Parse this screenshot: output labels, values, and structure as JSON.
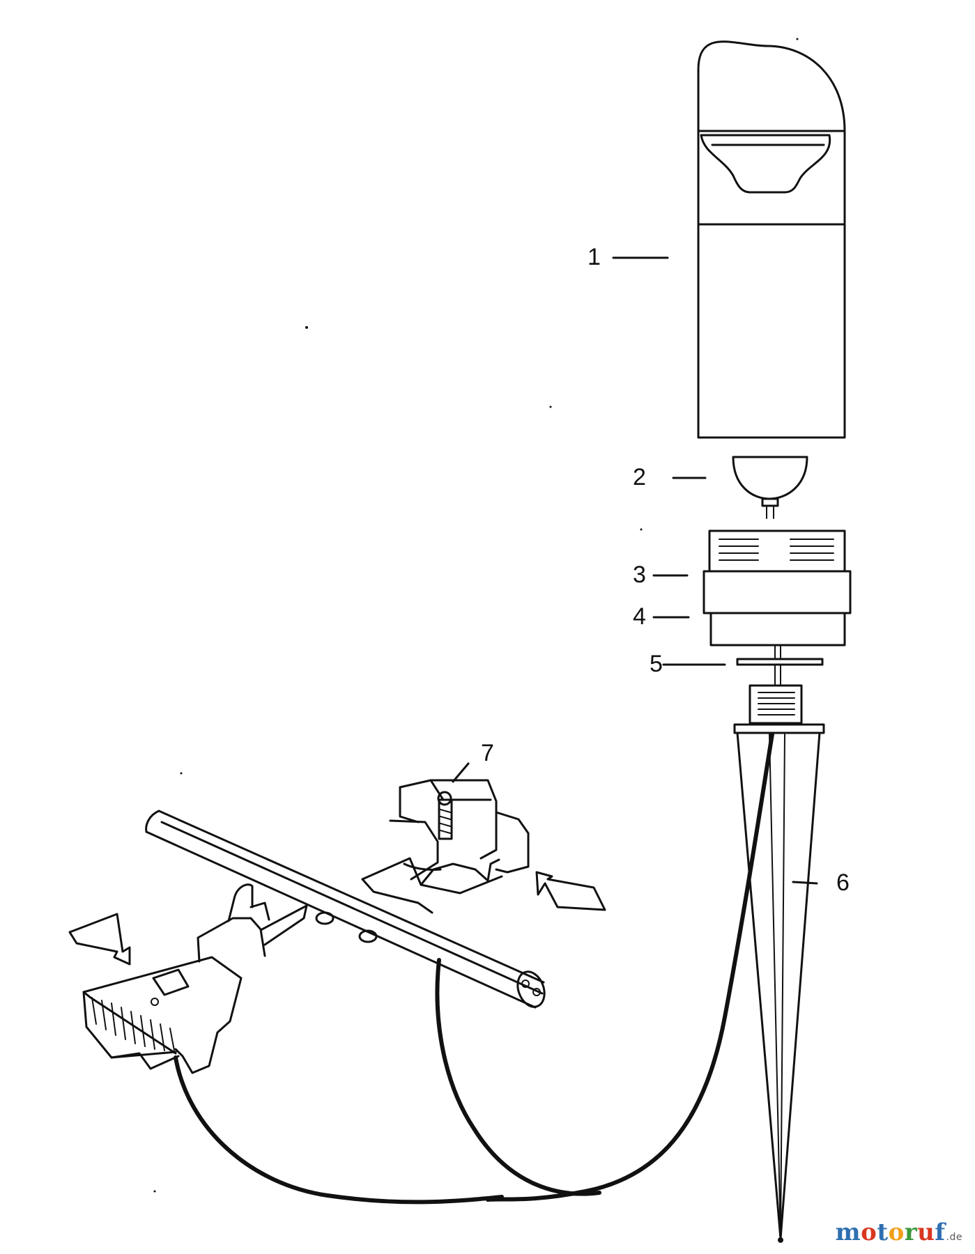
{
  "diagram": {
    "labels": {
      "part_1": "1",
      "part_2": "2",
      "part_3": "3",
      "part_4": "4",
      "part_5": "5",
      "part_6": "6",
      "part_7": "7"
    }
  },
  "watermark": {
    "main": "motoruf",
    "suffix": ".de",
    "letter_colors": [
      "#2f6fb0",
      "#d9371f",
      "#2f6fb0",
      "#f0a018",
      "#3b9a3b",
      "#d9371f",
      "#2f6fb0"
    ]
  }
}
